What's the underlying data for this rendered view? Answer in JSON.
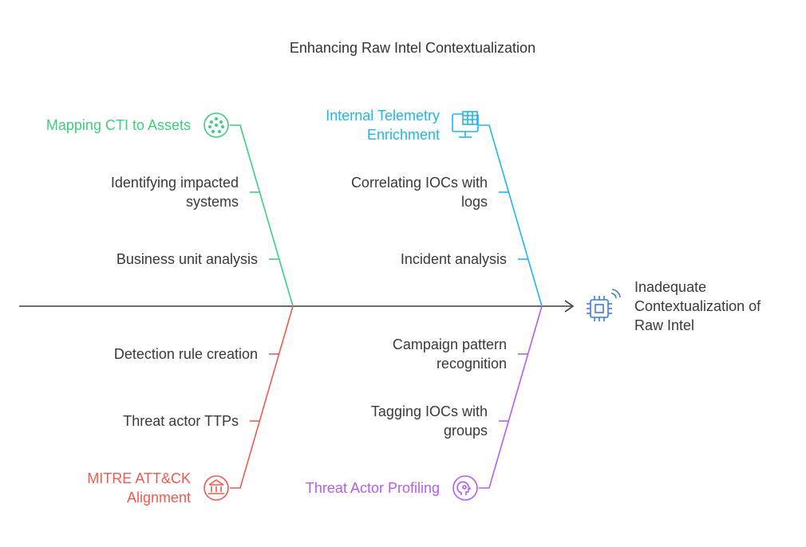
{
  "title": "Enhancing Raw Intel Contextualization",
  "effect": "Inadequate\nContextualization of\nRaw Intel",
  "colors": {
    "spine": "#3b3b3b",
    "assets": "#3ccf7e",
    "telemetry": "#1eb6ee",
    "mitre": "#ee5a50",
    "profiling": "#b45cf2",
    "effect_icon": "#3c7de0",
    "text": "#3a3a3a"
  },
  "categories": {
    "assets": {
      "label": "Mapping CTI to Assets",
      "icon": "dotted-circle-icon",
      "causes": [
        "Identifying impacted\nsystems",
        "Business unit analysis"
      ]
    },
    "telemetry": {
      "label": "Internal Telemetry\nEnrichment",
      "icon": "monitor-icon",
      "causes": [
        "Correlating IOCs with\nlogs",
        "Incident analysis"
      ]
    },
    "mitre": {
      "label": "MITRE ATT&CK\nAlignment",
      "icon": "institution-icon",
      "causes": [
        "Detection rule creation",
        "Threat actor TTPs"
      ]
    },
    "profiling": {
      "label": "Threat Actor Profiling",
      "icon": "head-target-icon",
      "causes": [
        "Campaign pattern\nrecognition",
        "Tagging IOCs with\ngroups"
      ]
    }
  },
  "effect_icon": "chip-wireless-icon"
}
